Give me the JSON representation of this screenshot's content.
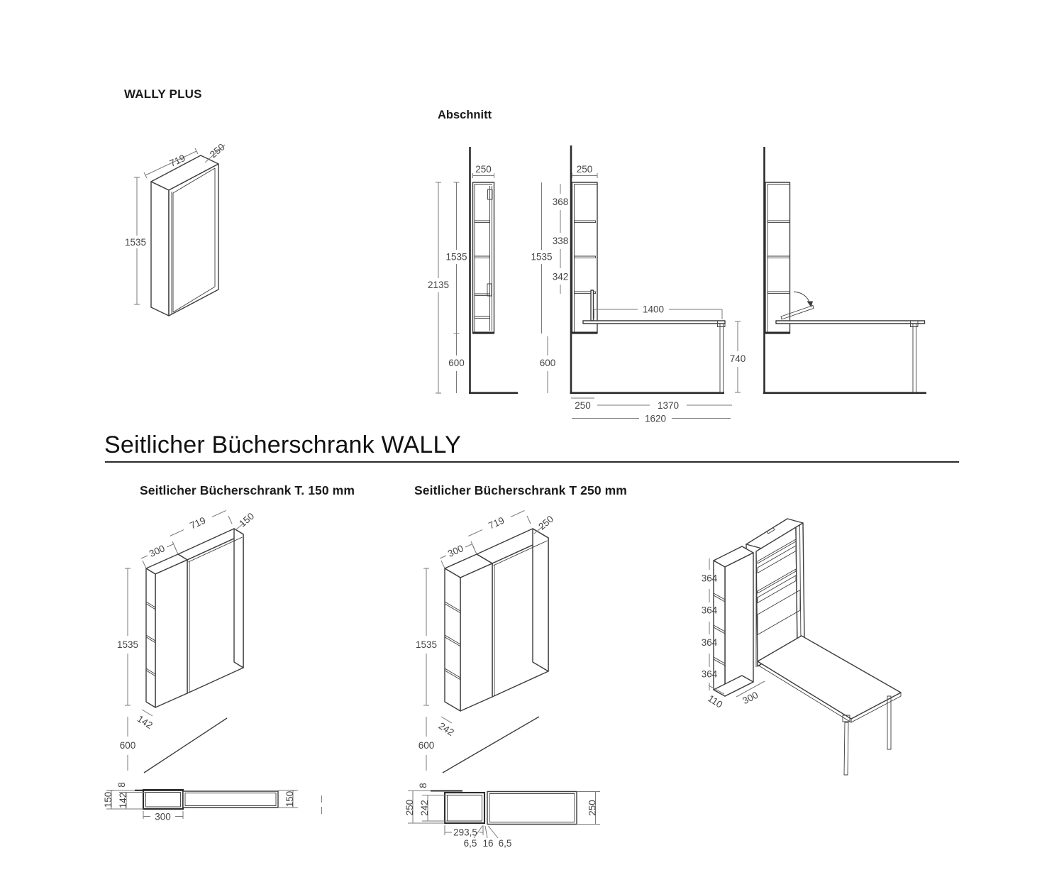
{
  "page": {
    "title": "WALLY PLUS",
    "section_heading": "Abschnitt",
    "main_heading": "Seitlicher Bücherschrank WALLY",
    "subheading_150": "Seitlicher Bücherschrank T. 150 mm",
    "subheading_250": "Seitlicher Bücherschrank T 250 mm"
  },
  "colors": {
    "line": "#3d3d3d",
    "wall": "#2c2c2c",
    "dim_line": "#7a7a7a",
    "dim_text": "#454545",
    "shade": "#d2d2d2"
  },
  "wally_plus_iso": {
    "width": "719",
    "depth": "250",
    "height": "1535"
  },
  "section_closed": {
    "depth_top": "250",
    "height_cabinet": "1535",
    "height_total": "2135",
    "height_floor": "600"
  },
  "section_open": {
    "depth_top": "250",
    "shelf_1": "368",
    "shelf_2": "338",
    "shelf_3": "342",
    "height_cabinet": "1535",
    "height_floor": "600",
    "desk_length": "1400",
    "desk_height": "740",
    "depth_bottom": "250",
    "desk_projection": "1370",
    "total_projection": "1620"
  },
  "iso_150": {
    "shelf_width": "300",
    "cabinet_width": "719",
    "depth": "150",
    "height": "1535",
    "shelf_depth": "142",
    "floor_distance": "600"
  },
  "plan_150": {
    "reveal": "8",
    "depth": "150",
    "inner_depth": "142",
    "shelf_width": "300",
    "depth_right": "150"
  },
  "iso_250": {
    "shelf_width": "300",
    "cabinet_width": "719",
    "depth": "250",
    "height": "1535",
    "shelf_depth": "242",
    "floor_distance": "600"
  },
  "plan_250": {
    "reveal": "8",
    "depth": "250",
    "inner_depth": "242",
    "shelf_width": "293,5",
    "gap_left": "6,5",
    "gap_mid": "16",
    "gap_right": "6,5",
    "depth_right": "250"
  },
  "iso_open": {
    "compartments": [
      "364",
      "364",
      "364",
      "364"
    ],
    "side_depth": "110",
    "shelf_width": "300"
  }
}
